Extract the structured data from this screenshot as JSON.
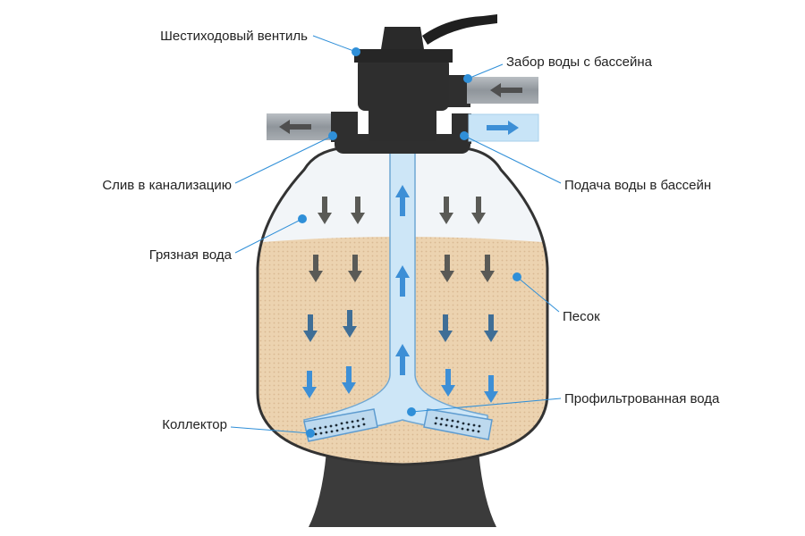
{
  "labels": {
    "valve": "Шестиходовый вентиль",
    "intake": "Забор воды с бассейна",
    "drain": "Слив в канализацию",
    "supply": "Подача воды в бассейн",
    "dirty_water": "Грязная вода",
    "sand": "Песок",
    "filtered_water": "Профильтрованная вода",
    "collector": "Коллектор"
  },
  "colors": {
    "body_dark": "#333333",
    "pipe_grey": "#9aa0a6",
    "water_blue": "#cde6f7",
    "sand": "#ecd3b0",
    "accent_blue": "#2f8fd8",
    "arrow_dark": "#5a5a56",
    "arrow_blue": "#3d8fd6"
  }
}
